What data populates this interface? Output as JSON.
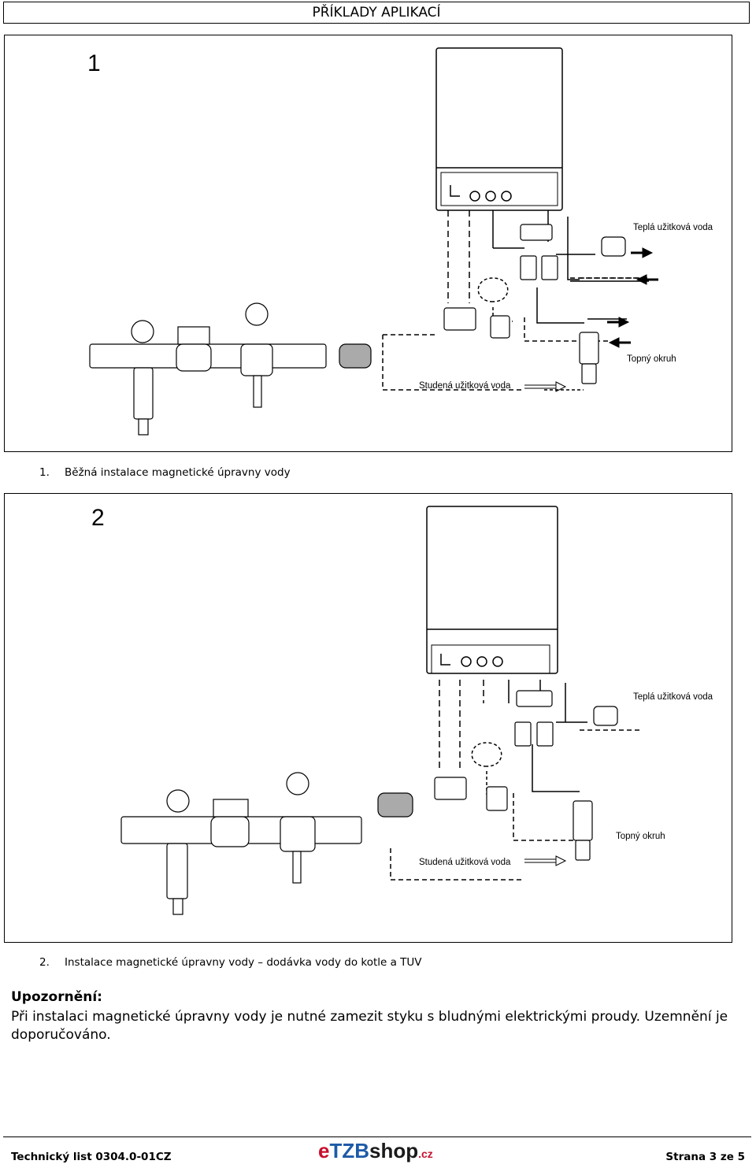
{
  "header": {
    "title": "PŘÍKLADY APLIKACÍ"
  },
  "figure1": {
    "number": "1",
    "label_hot": "Teplá užitková voda",
    "label_heating": "Topný okruh",
    "label_cold": "Studená užitková voda",
    "caption_num": "1.",
    "caption_text": "Běžná instalace magnetické úpravny vody"
  },
  "figure2": {
    "number": "2",
    "label_hot": "Teplá užitková voda",
    "label_heating": "Topný okruh",
    "label_cold": "Studená užitková voda",
    "caption_num": "2.",
    "caption_text": "Instalace magnetické úpravny vody – dodávka vody do kotle a TUV"
  },
  "warning": {
    "title": "Upozornění:",
    "text": "Při instalaci magnetické úpravny vody je nutné zamezit styku s bludnými elektrickými proudy. Uzemnění je doporučováno."
  },
  "footer": {
    "doc_id": "Technický list 0304.0-01CZ",
    "logo_e": "e",
    "logo_tzb": "TZB",
    "logo_shop": "shop",
    "logo_cz": ".cz",
    "page": "Strana 3 ze 5"
  }
}
